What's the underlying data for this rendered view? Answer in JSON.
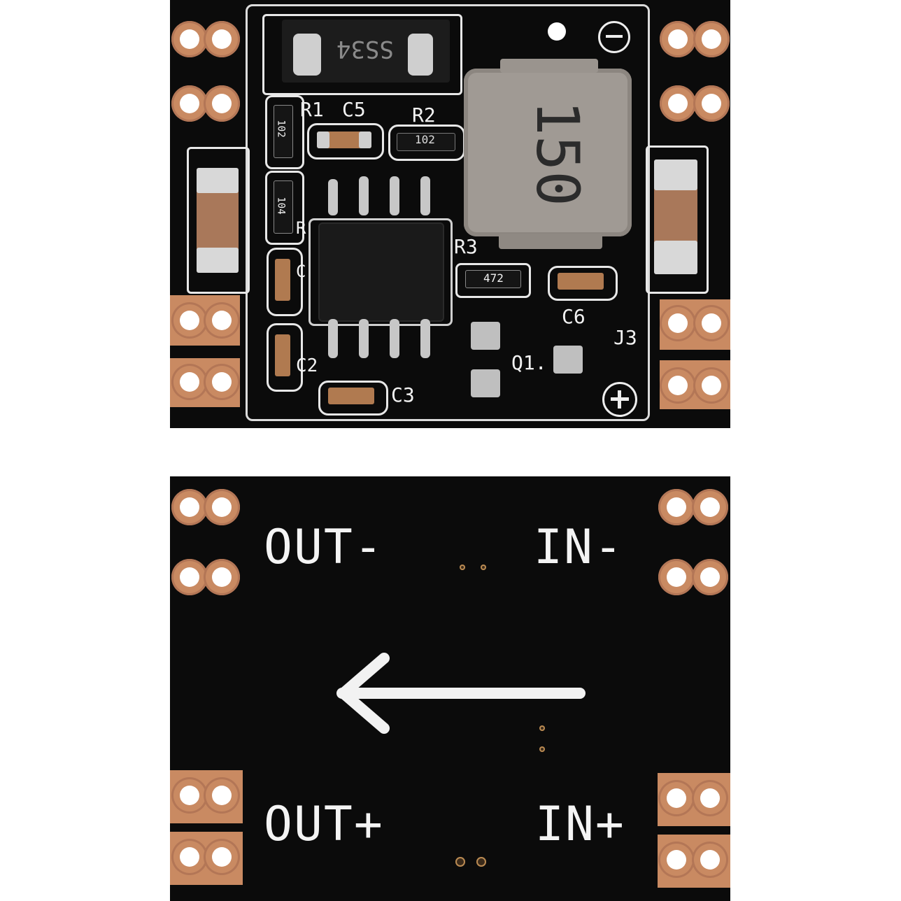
{
  "top_board": {
    "diode_marking": "SS34",
    "inductor_marking": "150",
    "resistor_markings": [
      "102",
      "102",
      "104",
      "472"
    ],
    "silkscreen_labels": [
      "R1",
      "C5",
      "R2",
      "R3",
      "C6",
      "J3",
      "Q1.",
      "C2",
      "C3",
      "R",
      "C"
    ]
  },
  "bottom_board": {
    "labels": {
      "out_minus": "OUT-",
      "in_minus": "IN-",
      "out_plus": "OUT+",
      "in_plus": "IN+"
    },
    "arrow_direction": "left"
  },
  "colors": {
    "pcb": "#0b0b0b",
    "copper": "#c98a62",
    "silkscreen": "#f2f2f2",
    "background": "#ffffff"
  }
}
